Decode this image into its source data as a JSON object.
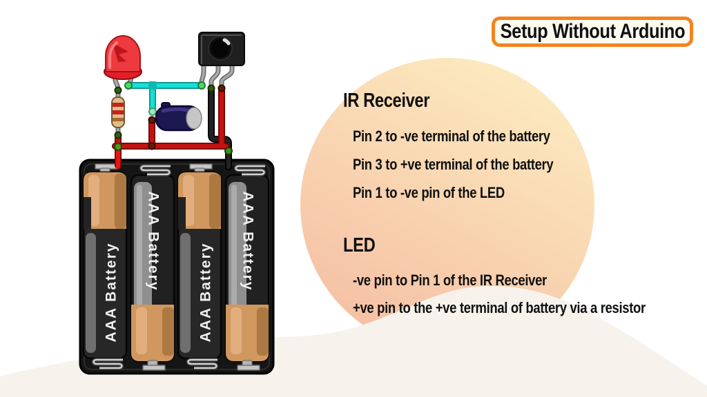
{
  "title_badge": {
    "label": "Setup Without Arduino"
  },
  "instructions": {
    "ir_receiver": {
      "heading": "IR Receiver",
      "items": [
        "Pin 2 to -ve terminal of the battery",
        "Pin 3 to +ve terminal of the battery",
        "Pin 1 to -ve pin of the LED"
      ]
    },
    "led": {
      "heading": "LED",
      "items": [
        "-ve pin to Pin 1 of the IR Receiver",
        "+ve pin to the +ve terminal of battery via a resistor"
      ]
    }
  },
  "diagram": {
    "components": [
      "red LED",
      "IR receiver",
      "resistor",
      "capacitor",
      "4x AAA battery holder"
    ],
    "battery_labels": [
      "AAA Battery",
      "AAA Battery",
      "AAA Battery",
      "AAA Battery"
    ]
  },
  "colors": {
    "accent_orange": "#f4831f",
    "badge_bg": "#fdfbf0",
    "circle_top": "#fce9bf",
    "circle_bottom": "#f5c0a4",
    "hill_cream": "#f7f3ec",
    "wire_red": "#c51212",
    "wire_red_dark": "#6e0606",
    "wire_cyan": "#17e0d5",
    "wire_cyan_dark": "#0a8f88",
    "wire_black": "#222222",
    "led_red": "#ee3a3f",
    "resistor_tan": "#dcbd8d",
    "capacitor_navy": "#1d1850",
    "battery_tan": "#d0975e",
    "holder_black": "#151515"
  }
}
